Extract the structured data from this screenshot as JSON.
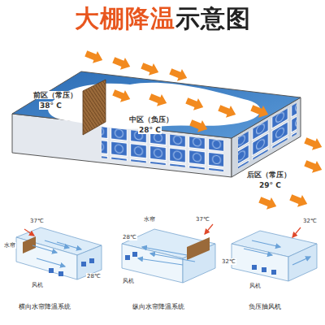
{
  "diagram": {
    "title": "大棚降温示意图",
    "labels": [
      "前区（常压）",
      "38° C",
      "中区（负压）",
      "28° C",
      "后区（常压）",
      "29° C",
      "37℃",
      "水帘",
      "风机",
      "28℃",
      "横向水帘降温系统",
      "水帘",
      "37℃",
      "28℃",
      "风机",
      "纵向水帘降温系统",
      "32℃",
      "32℃",
      "风机",
      "负压抽风机"
    ]
  }
}
